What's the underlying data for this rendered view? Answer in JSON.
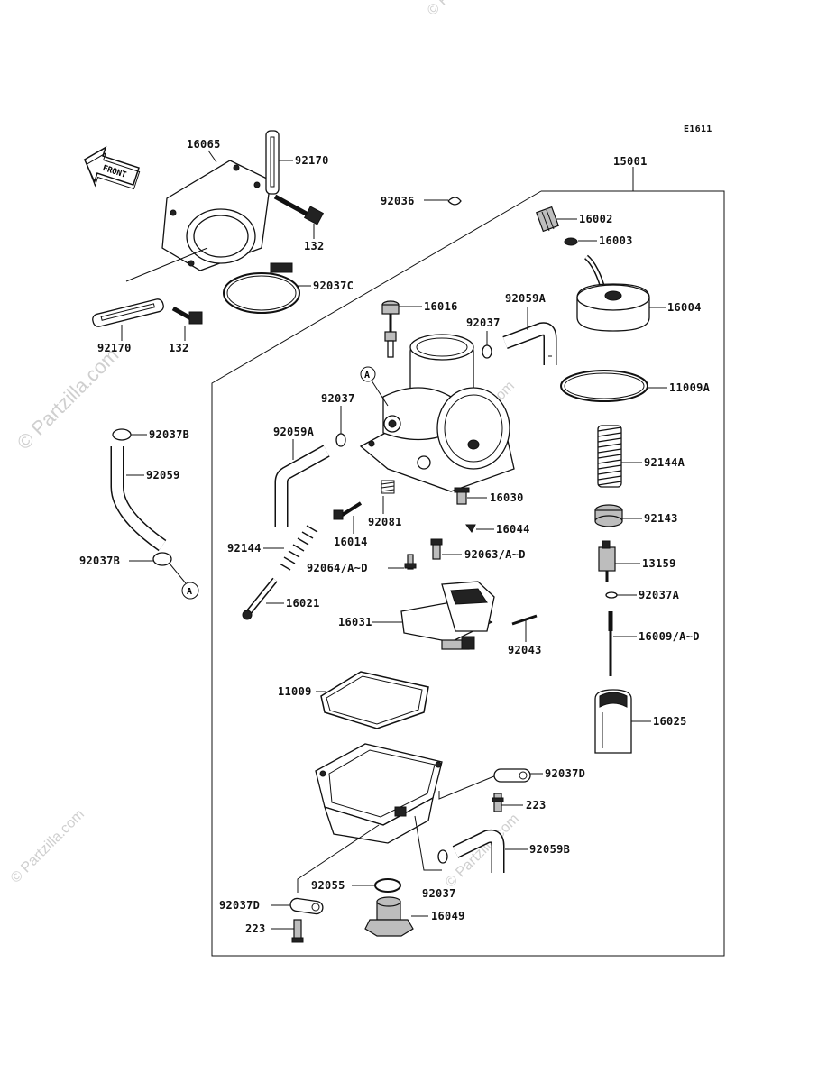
{
  "diagram": {
    "code": "E1611",
    "watermark": "© Partzilla.com",
    "front_label": "FRONT",
    "circle_ref": "A",
    "labels": {
      "p15001": "15001",
      "p16065": "16065",
      "p92170_top": "92170",
      "p92036": "92036",
      "p16002": "16002",
      "p16003": "16003",
      "p132_top": "132",
      "p92037C": "92037C",
      "p16016": "16016",
      "p92059A_top": "92059A",
      "p16004": "16004",
      "p92037_top": "92037",
      "p92170_bot": "92170",
      "p132_bot": "132",
      "p11009A": "11009A",
      "p92037_mid": "92037",
      "p92037B_top": "92037B",
      "p92059A_left": "92059A",
      "p92144A": "92144A",
      "p92059": "92059",
      "p16030": "16030",
      "p92143": "92143",
      "p92081": "92081",
      "p16044": "16044",
      "p16014": "16014",
      "p92144": "92144",
      "p92063": "92063/A~D",
      "p92037B_bot": "92037B",
      "p92064": "92064/A~D",
      "p13159": "13159",
      "p92037A": "92037A",
      "p16021": "16021",
      "p16031": "16031",
      "p16009": "16009/A~D",
      "p92043": "92043",
      "p11009": "11009",
      "p16025": "16025",
      "p92037D_right": "92037D",
      "p223_right": "223",
      "p92059B": "92059B",
      "p92055": "92055",
      "p92037_bot": "92037",
      "p92037D_left": "92037D",
      "p16049": "16049",
      "p223_left": "223"
    }
  }
}
